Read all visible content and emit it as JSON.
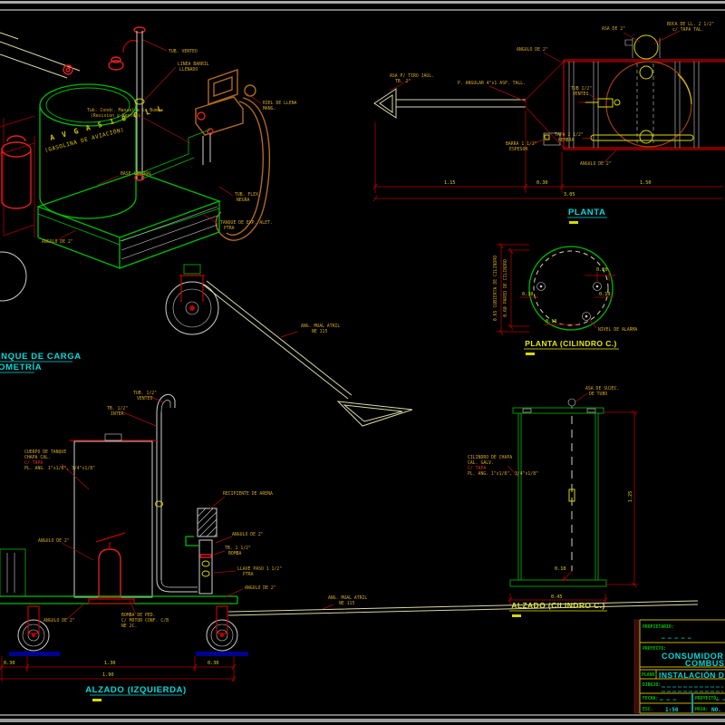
{
  "colors": {
    "background": "#000000",
    "cad_green": "#00bc00",
    "cad_red": "#c00000",
    "cad_yellow": "#d8d800",
    "label_yellow": "#d2a820",
    "cyan_title": "#00dcdc",
    "white_line": "#cfcfcf",
    "hose_orange": "#b06a20",
    "tank_brown": "#a34010",
    "ground_blue": "#000090",
    "sheet_border_grey": "#8c8c8c",
    "titleblock_border": "#c8b400",
    "titleblock_green": "#00c000"
  },
  "iso": {
    "title1": "TANQUE DE CARGA",
    "title2": "ISOMETRÍA",
    "drum_line1": "A V G A S  1 0 0 L L",
    "drum_line2": "(GASOLINA DE AVIACIÓN)",
    "labels": {
      "venteo": "TUB. VENTEO",
      "linea1": "LINEA BARRIL",
      "linea2": "LLENADO",
      "cond1": "Tub. Condc. Manual a la Bomba",
      "cond2": "(Revisión y Venteo)",
      "riel1": "RIEL DE LLENA",
      "riel2": "MANG.",
      "base": "BASE LATERAL",
      "flex1": "TUB. FLEX.",
      "flex2": "NEGRA",
      "texp1": "TANQUE DE EXP. ALET.",
      "texp2": "PTRA",
      "angulo": "ANGULO DE 2\"",
      "atril1": "ANG. MUAL ATRIL",
      "atril2": "NE 115"
    }
  },
  "planta": {
    "title": "PLANTA",
    "labels": {
      "asa_tiro1": "ASA P/ TIRO JAUL.",
      "asa_tiro2": "TB. 2\"",
      "p_angular": "P. ANGULAR 4\"x1 ASP. TALL.",
      "angulo_izq": "ANGULO DE 2\"",
      "asa2": "ASA DE 2\"",
      "boca1": "BOCA DE LL. 2 1/2\"",
      "boca2": "c/ TAPA TAL.",
      "venteo1": "TUB 1/2\"",
      "venteo2": "VENTEO",
      "tapa1": "TAPA 2 1/2\"",
      "tapa2": "HEMBRA",
      "barra1": "BARRA 1 1/2\"",
      "barra2": "ESPESOR",
      "angulo_inf": "ANGULO DE 2\""
    },
    "dims": {
      "d1": "1.15",
      "d2": "0.30",
      "d3": "1.50",
      "total": "3.05"
    }
  },
  "planta_cil": {
    "title": "PLANTA (CILINDRO C.)",
    "rot1": "0.65 CUBIERTA DE CILINDRO",
    "rot2": "0.60 PARED DE CILINDRO",
    "dims": {
      "d1": "0.20",
      "d2": "0.10",
      "d3": "0.10",
      "d4": "0.10"
    },
    "note": "NIVEL DE ALARMA"
  },
  "alzado_cil": {
    "title": "ALZADO (CILINDRO C.)",
    "labels": {
      "asa1": "ASA DE SUJEC.",
      "asa2": "DE TUBO",
      "cil1": "CILINDRO DE CHAPA",
      "cil2": "CAL. GALV.",
      "cil3": "C/ TAPA",
      "cil4": "PL. ANG. 1\"x1/8\", 3/4\"x1/8\""
    },
    "dims": {
      "h": "1.25",
      "w": "0.45",
      "tube": "0.10"
    }
  },
  "alzado_izq": {
    "title": "ALZADO (IZQUIERDA)",
    "labels": {
      "venteo1": "TUB. 1/2\"",
      "venteo2": "VENTEO",
      "inter1": "TB. 1/2\"",
      "inter2": "INTER.",
      "cuerpo1": "CUERPO DE TANQUE",
      "cuerpo2": "CHAPA CAL.",
      "cuerpo3": "C/ TAPA",
      "cuerpo4": "PL. ANG. 1\"x1/8\", 3/4\"x1/8\"",
      "angulo1": "ANGULO DE 2\"",
      "arena": "RECIPIENTE DE ARENA",
      "angulo2": "ANGULO DE 2\"",
      "bomba1": "TB. 1 1/2\"",
      "bomba2": "BOMBA",
      "llave1": "LLAVE PASO 1 1/2\"",
      "llave2": "PTRA",
      "angulo3": "ANGULO DE 2\"",
      "angulo4": "ANGULO DE 2\"",
      "ped1": "BOMBA DE PED.",
      "ped2": "C/ MOTOR CONF. C/B",
      "ped3": "NE 2C.",
      "atril1": "ANG. MUAL ATRIL",
      "atril2": "NE 115"
    },
    "dims": {
      "d1": "0.30",
      "d2": "1.30",
      "d3": "0.30",
      "total": "1.90"
    }
  },
  "titleblock": {
    "propietario_label": "PROPIETARIO:",
    "propietario_value": "— — — — —",
    "proyecto_label": "PROYECTO:",
    "proyecto_line1": "CONSUMIDOR DE",
    "proyecto_line2": "COMBUSTIBLE",
    "plano_label": "PLANO:",
    "plano_value": "INSTALACIÓN DE",
    "dibujo_label": "DIBUJO:",
    "fecha_label": "FECHA:",
    "fecha_value": "— — —",
    "proyecto2_label": "PROYECTÓ:",
    "proyecto2_value": "— —",
    "escala_label": "ESC.",
    "escala_value": "1:50",
    "hoja_label": "HOJA:",
    "hoja_value": "NO."
  }
}
